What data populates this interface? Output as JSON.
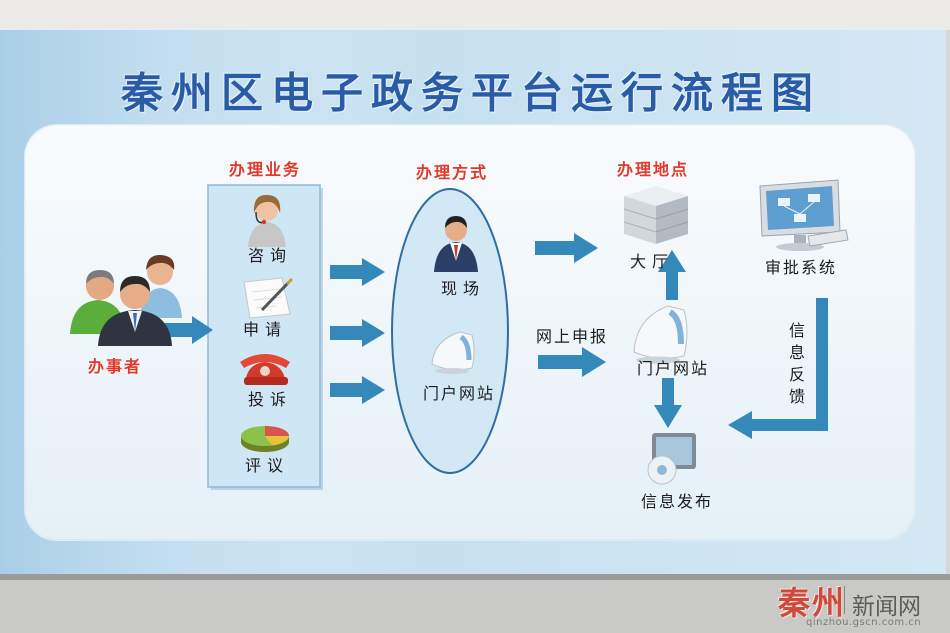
{
  "poster": {
    "title": "秦州区电子政务平台运行流程图"
  },
  "applicant": {
    "label": "办事者",
    "icon": "people-group-icon"
  },
  "business": {
    "heading": "办理业务",
    "items": [
      {
        "label": "咨询",
        "icon": "headset-operator-icon"
      },
      {
        "label": "申请",
        "icon": "pen-paper-icon"
      },
      {
        "label": "投诉",
        "icon": "telephone-icon"
      },
      {
        "label": "评议",
        "icon": "pie-chart-icon"
      }
    ]
  },
  "method": {
    "heading": "办理方式",
    "items": [
      {
        "label": "现场",
        "icon": "businessman-icon"
      },
      {
        "label": "门户网站",
        "icon": "monitor-icon"
      }
    ]
  },
  "online_submission": {
    "label": "网上申报"
  },
  "location": {
    "heading": "办理地点",
    "hall": {
      "label": "大厅",
      "icon": "building-icon"
    },
    "portal": {
      "label": "门户网站",
      "icon": "monitor-icon"
    },
    "publish": {
      "label": "信息发布",
      "icon": "publish-icon"
    }
  },
  "approval": {
    "label": "审批系统",
    "icon": "computer-icon"
  },
  "feedback": {
    "label": "信息反馈"
  },
  "watermark": {
    "brand": "秦州",
    "site": "新闻网",
    "url": "qinzhou.gscn.com.cn"
  },
  "colors": {
    "title": "#2a5ba6",
    "heading": "#e2372b",
    "arrow": "#3588ba",
    "board": "#c6e0f0",
    "panel": "#f3f8fb"
  }
}
